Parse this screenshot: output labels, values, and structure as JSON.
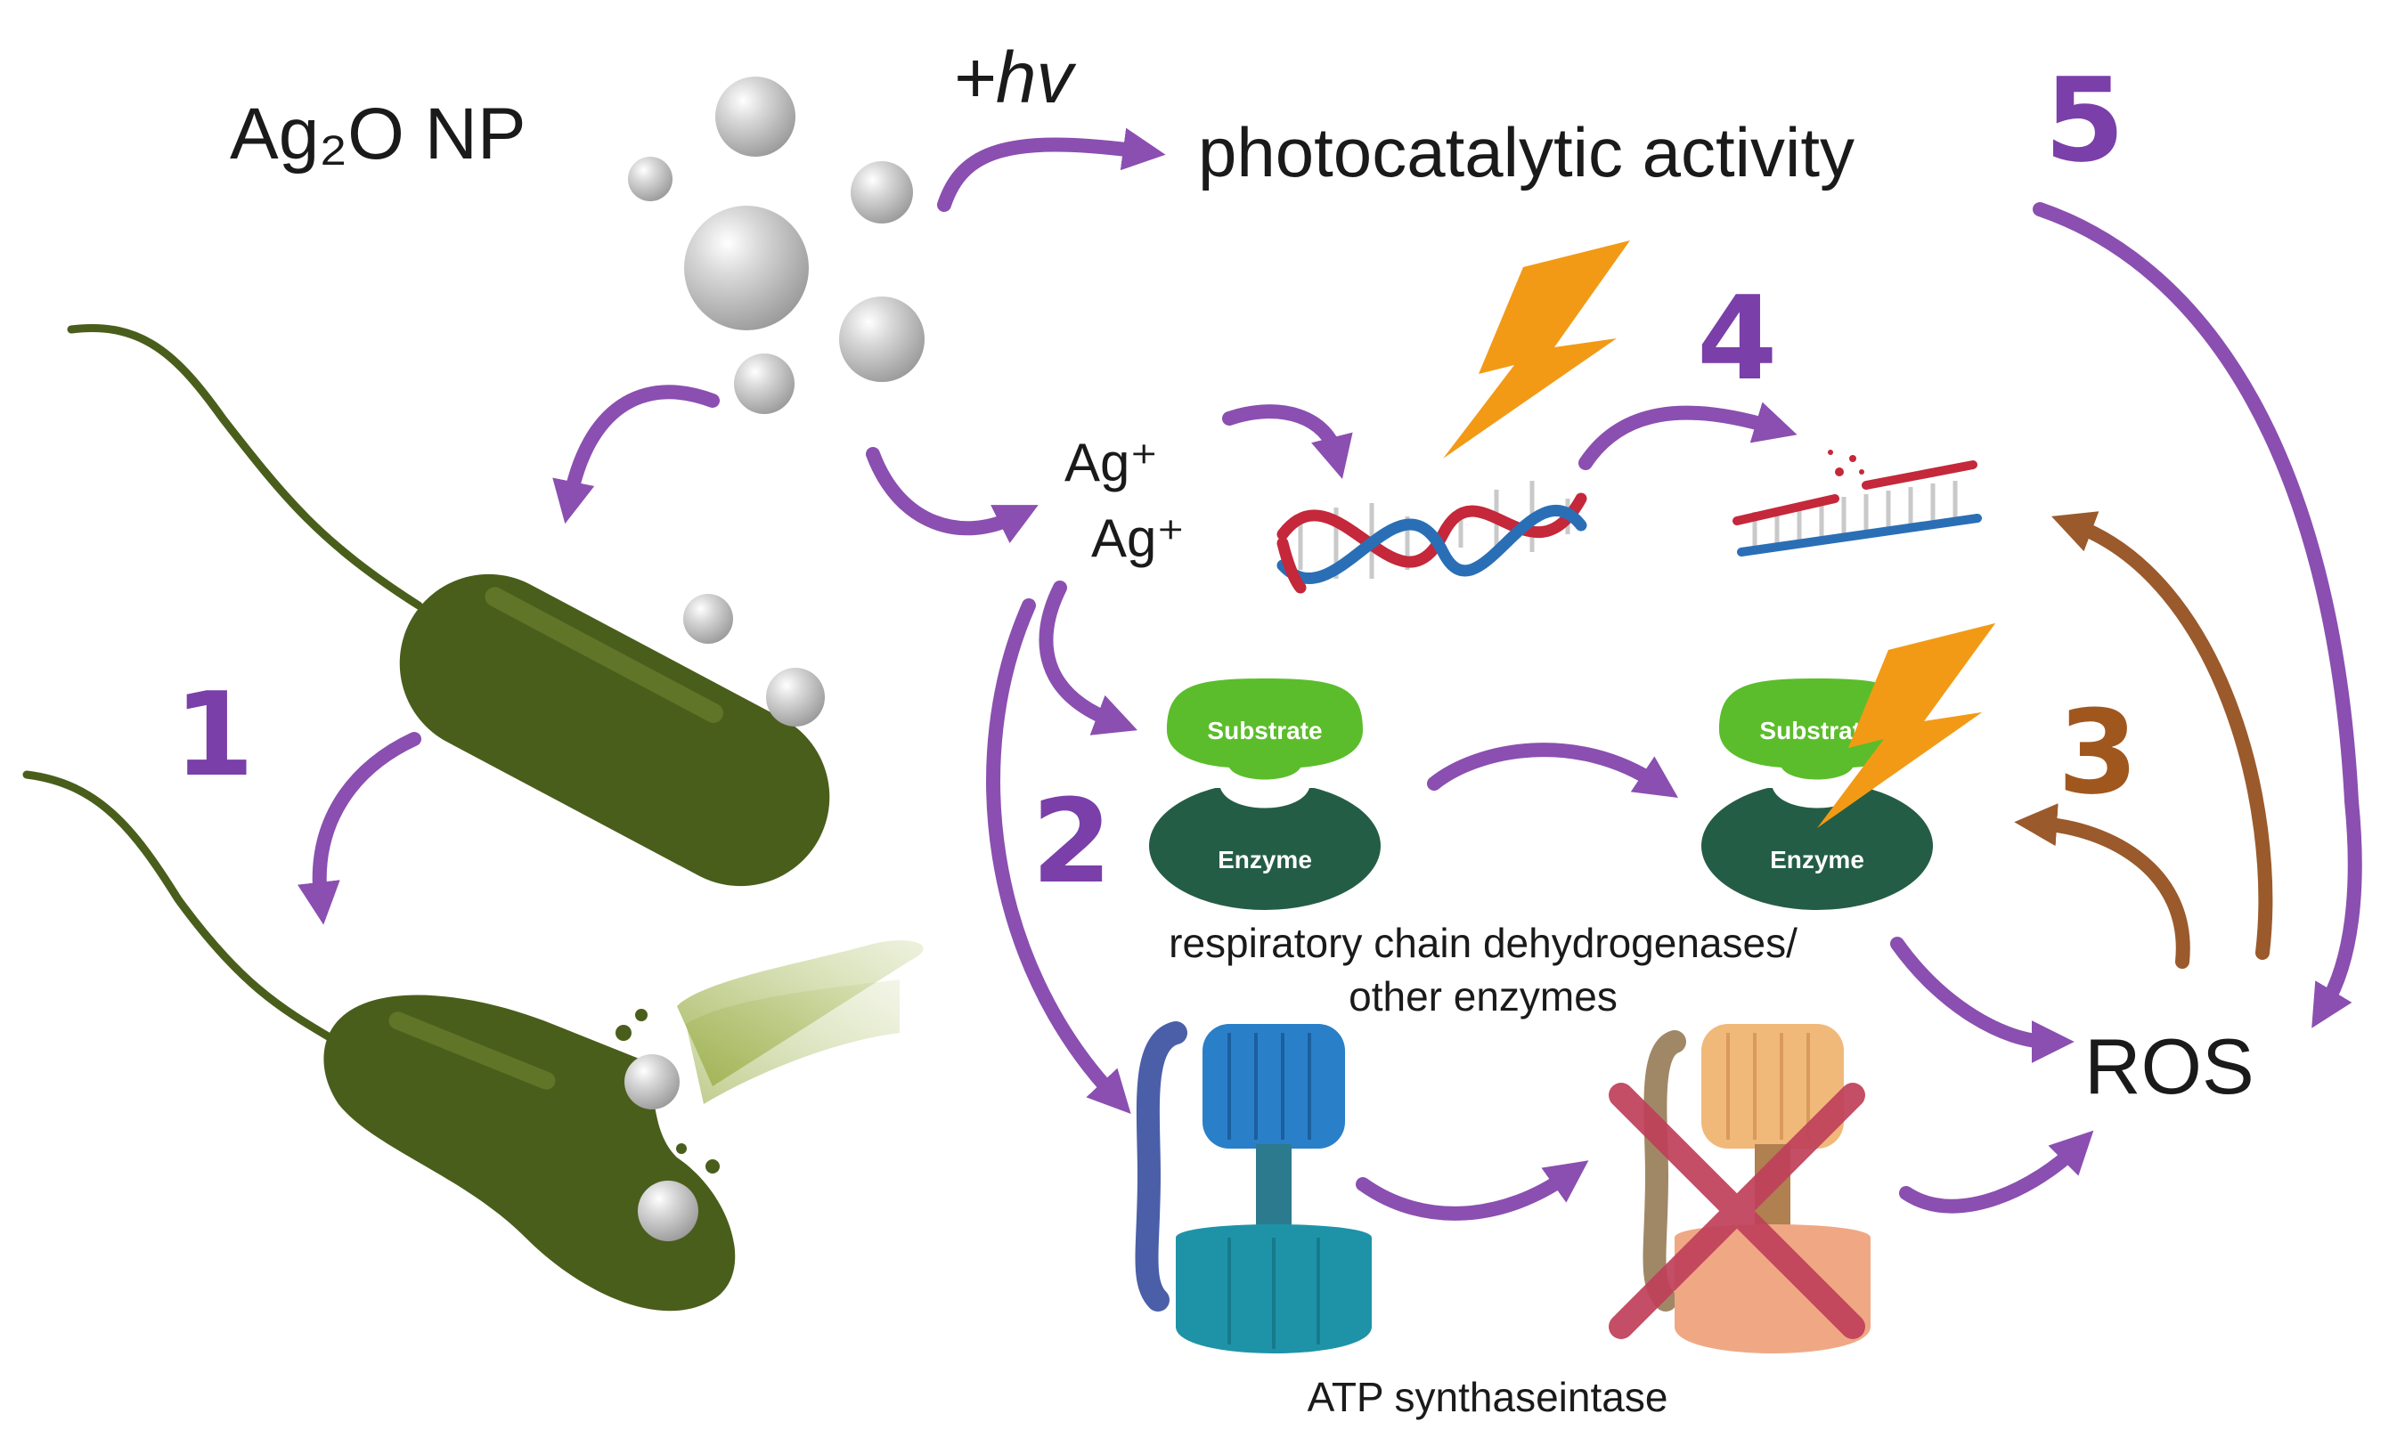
{
  "labels": {
    "nanoparticle": "Ag₂O NP",
    "light": "+hv",
    "photocatalytic": "photocatalytic activity",
    "ag_ion_1": "Ag⁺",
    "ag_ion_2": "Ag⁺",
    "substrate_1": "Substrate",
    "enzyme_1": "Enzyme",
    "substrate_2": "Substrate",
    "enzyme_2": "Enzyme",
    "enzymes_caption_line1": "respiratory chain dehydrogenases/",
    "enzymes_caption_line2": "other enzymes",
    "atp_caption": "ATP synthaseintase",
    "ros": "ROS"
  },
  "steps": [
    "1",
    "2",
    "3",
    "4",
    "5"
  ],
  "colors": {
    "arrow_purple": "#8a4fb0",
    "arrow_brown": "#9a5a2c",
    "step_purple": "#7a3fa8",
    "step_brown": "#a0571e",
    "bacterium": "#4a5e1c",
    "substrate": "#5bbd2b",
    "enzyme": "#245d45",
    "lightning": "#f29a16",
    "cross": "#c0405a"
  }
}
